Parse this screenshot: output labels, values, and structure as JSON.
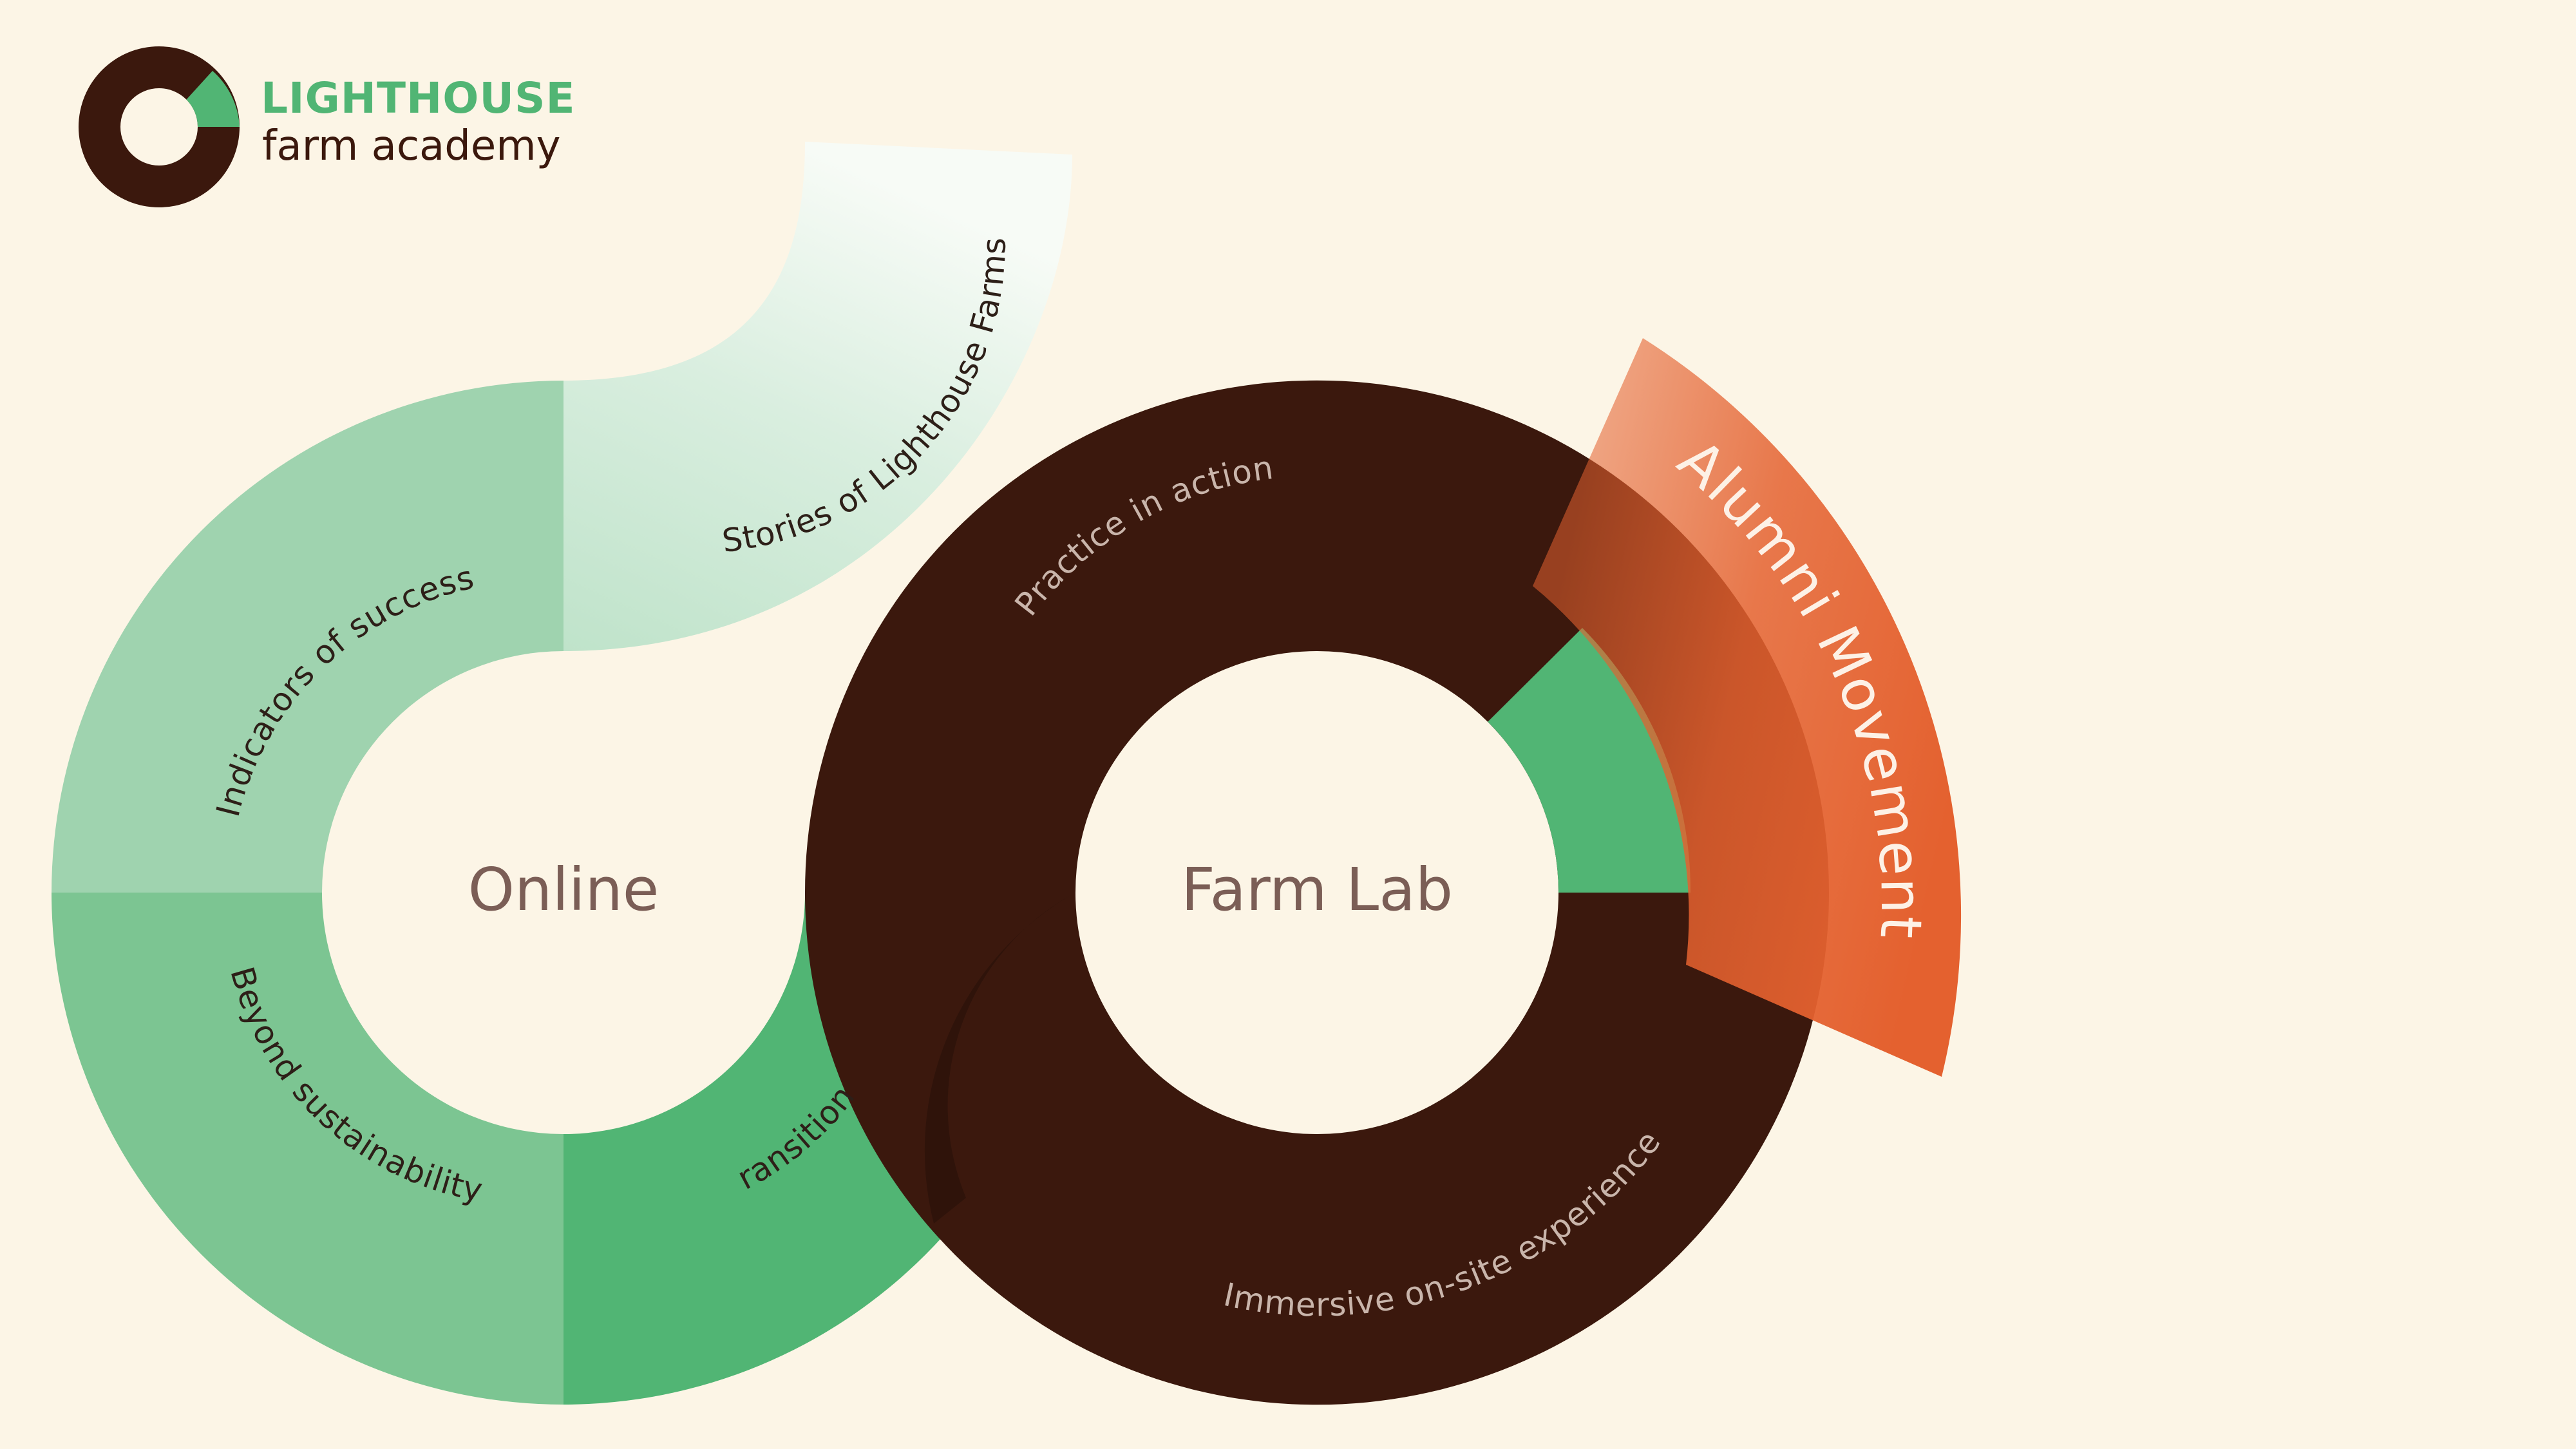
{
  "brand": {
    "title": "LIGHTHOUSE",
    "subtitle": "farm academy"
  },
  "colors": {
    "background": "#fcf5e6",
    "dark_brown": "#3b180d",
    "green": "#51b574",
    "green_mid": "#7cc592",
    "green_light": "#9fd3af",
    "green_pale": "#c0e4cc",
    "orange": "#e4612f",
    "hub_text": "#7b5e56"
  },
  "online": {
    "hub_label": "Online",
    "segments": {
      "indicators": "Indicators of success",
      "beyond": "Beyond sustainability",
      "transitions": "Transitions",
      "stories": "Stories of Lighthouse Farms"
    }
  },
  "farm_lab": {
    "hub_label": "Farm Lab",
    "segments": {
      "practice": "Practice in action",
      "immersive": "Immersive on-site experience"
    }
  },
  "alumni": {
    "label": "Alumni Movement"
  }
}
